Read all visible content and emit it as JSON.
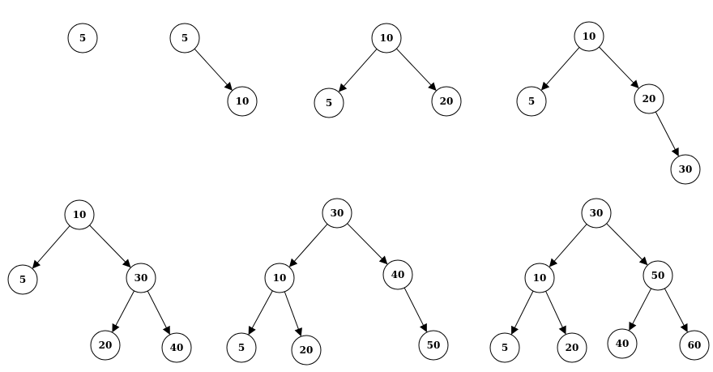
{
  "diagram": {
    "type": "binary-search-tree-insertion-sequence",
    "colors": {
      "background": "#ffffff",
      "stroke": "#000000",
      "text": "#000000"
    },
    "trees": [
      {
        "id": "tree-1",
        "nodes": [
          {
            "id": "n1",
            "label": "5"
          }
        ],
        "edges": []
      },
      {
        "id": "tree-2",
        "nodes": [
          {
            "id": "n1",
            "label": "5"
          },
          {
            "id": "n2",
            "label": "10"
          }
        ],
        "edges": [
          {
            "from": "n1",
            "to": "n2"
          }
        ]
      },
      {
        "id": "tree-3",
        "nodes": [
          {
            "id": "n1",
            "label": "10"
          },
          {
            "id": "n2",
            "label": "5"
          },
          {
            "id": "n3",
            "label": "20"
          }
        ],
        "edges": [
          {
            "from": "n1",
            "to": "n2"
          },
          {
            "from": "n1",
            "to": "n3"
          }
        ]
      },
      {
        "id": "tree-4",
        "nodes": [
          {
            "id": "n1",
            "label": "10"
          },
          {
            "id": "n2",
            "label": "5"
          },
          {
            "id": "n3",
            "label": "20"
          },
          {
            "id": "n4",
            "label": "30"
          }
        ],
        "edges": [
          {
            "from": "n1",
            "to": "n2"
          },
          {
            "from": "n1",
            "to": "n3"
          },
          {
            "from": "n3",
            "to": "n4"
          }
        ]
      },
      {
        "id": "tree-5",
        "nodes": [
          {
            "id": "n1",
            "label": "10"
          },
          {
            "id": "n2",
            "label": "5"
          },
          {
            "id": "n3",
            "label": "30"
          },
          {
            "id": "n4",
            "label": "20"
          },
          {
            "id": "n5",
            "label": "40"
          }
        ],
        "edges": [
          {
            "from": "n1",
            "to": "n2"
          },
          {
            "from": "n1",
            "to": "n3"
          },
          {
            "from": "n3",
            "to": "n4"
          },
          {
            "from": "n3",
            "to": "n5"
          }
        ]
      },
      {
        "id": "tree-6",
        "nodes": [
          {
            "id": "n1",
            "label": "30"
          },
          {
            "id": "n2",
            "label": "10"
          },
          {
            "id": "n3",
            "label": "40"
          },
          {
            "id": "n4",
            "label": "5"
          },
          {
            "id": "n5",
            "label": "20"
          },
          {
            "id": "n6",
            "label": "50"
          }
        ],
        "edges": [
          {
            "from": "n1",
            "to": "n2"
          },
          {
            "from": "n1",
            "to": "n3"
          },
          {
            "from": "n2",
            "to": "n4"
          },
          {
            "from": "n2",
            "to": "n5"
          },
          {
            "from": "n3",
            "to": "n6"
          }
        ]
      },
      {
        "id": "tree-7",
        "nodes": [
          {
            "id": "n1",
            "label": "30"
          },
          {
            "id": "n2",
            "label": "10"
          },
          {
            "id": "n3",
            "label": "50"
          },
          {
            "id": "n4",
            "label": "5"
          },
          {
            "id": "n5",
            "label": "20"
          },
          {
            "id": "n6",
            "label": "40"
          },
          {
            "id": "n7",
            "label": "60"
          }
        ],
        "edges": [
          {
            "from": "n1",
            "to": "n2"
          },
          {
            "from": "n1",
            "to": "n3"
          },
          {
            "from": "n2",
            "to": "n4"
          },
          {
            "from": "n2",
            "to": "n5"
          },
          {
            "from": "n3",
            "to": "n6"
          },
          {
            "from": "n3",
            "to": "n7"
          }
        ]
      }
    ]
  }
}
